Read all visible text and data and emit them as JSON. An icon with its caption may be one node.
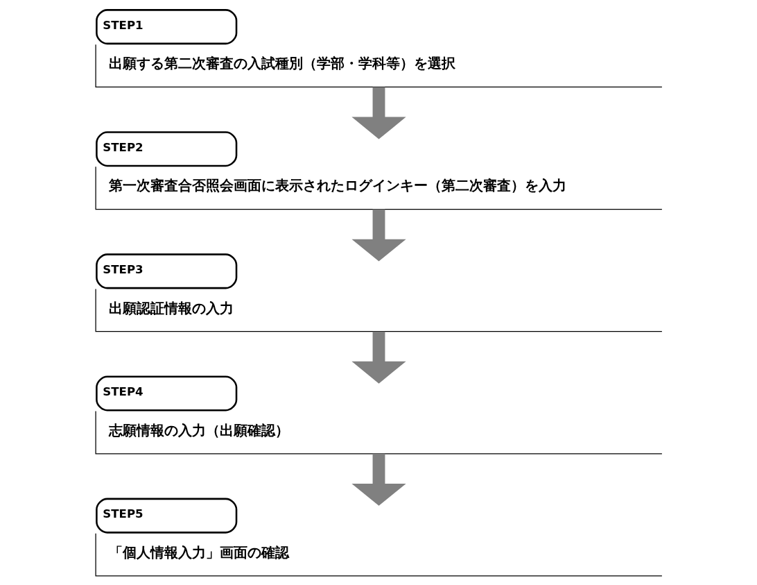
{
  "diagram": {
    "nodes": [
      {
        "text": [
          "STEP1",
          "出願する第二次審査の入試種別（学部・学科等）を選択"
        ]
      },
      {
        "text": [
          "STEP2",
          "第一次審査合否照会画面に表示されたログインキー（第二次審査）を入力"
        ]
      },
      {
        "text": [
          "STEP3",
          "出願認証情報の入力"
        ]
      },
      {
        "text": [
          "STEP4",
          "志願情報の入力（出願確認）"
        ]
      },
      {
        "text": [
          "STEP5",
          "「個人情報入力」画面の確認"
        ]
      }
    ],
    "edges": [
      {
        "from": 0,
        "to": 1,
        "arrow": "to"
      },
      {
        "from": 1,
        "to": 2,
        "arrow": "to"
      },
      {
        "from": 2,
        "to": 3,
        "arrow": "to"
      },
      {
        "from": 3,
        "to": 4,
        "arrow": "to"
      }
    ]
  }
}
